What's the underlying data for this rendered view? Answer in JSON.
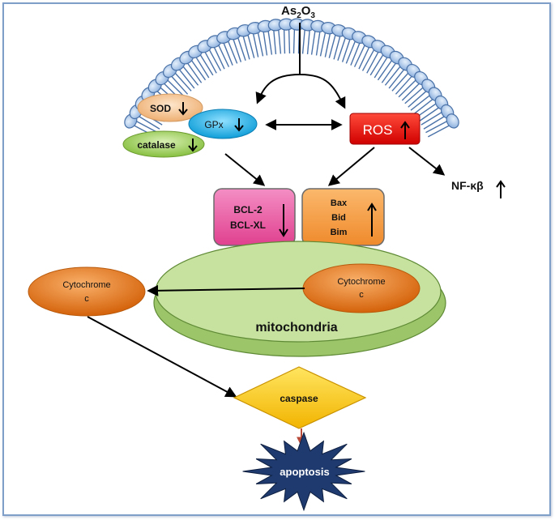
{
  "drug": {
    "base": "As",
    "sub1": "2",
    "mid": "O",
    "sub2": "3"
  },
  "antioxidants": {
    "sod": "SOD",
    "gpx": "GPx",
    "catalase": "catalase"
  },
  "ros": "ROS",
  "nfkb": "NF-κβ",
  "bcl_box": {
    "line1": "BCL-2",
    "line2": "BCL-XL"
  },
  "bax_box": {
    "line1": "Bax",
    "line2": "Bid",
    "line3": "Bim"
  },
  "mitochondria": "mitochondria",
  "cyto_in": {
    "line1": "Cytochrome",
    "line2": "c"
  },
  "cyto_out": {
    "line1": "Cytochrome",
    "line2": "c"
  },
  "caspase": "caspase",
  "apoptosis": "apoptosis",
  "colors": {
    "membrane_head": "#a9c6ea",
    "membrane_stroke": "#4a72a8",
    "sod": "#f5c89a",
    "gpx": "#22b6e8",
    "catalase": "#a6d46a",
    "ros": "#e80808",
    "bcl": "#ef5aa6",
    "bax": "#f7a04a",
    "mito": "#b9dc8c",
    "cyto": "#e87a1a",
    "caspase": "#ffd21c",
    "apoptosis": "#1f3a6e"
  }
}
